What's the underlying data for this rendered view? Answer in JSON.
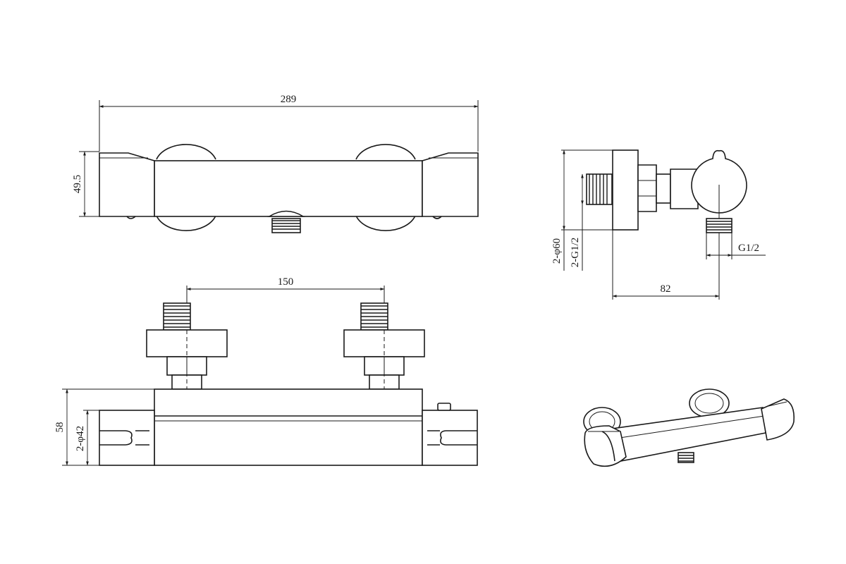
{
  "dimensions": {
    "overall_length": "289",
    "body_height": "49.5",
    "inlet_spacing": "150",
    "overall_height": "58",
    "handle_diameter": "2-φ42",
    "wall_flange_diameter": "2-φ60",
    "inlet_thread": "2-G1/2",
    "wall_projection": "82",
    "outlet_thread": "G1/2"
  }
}
